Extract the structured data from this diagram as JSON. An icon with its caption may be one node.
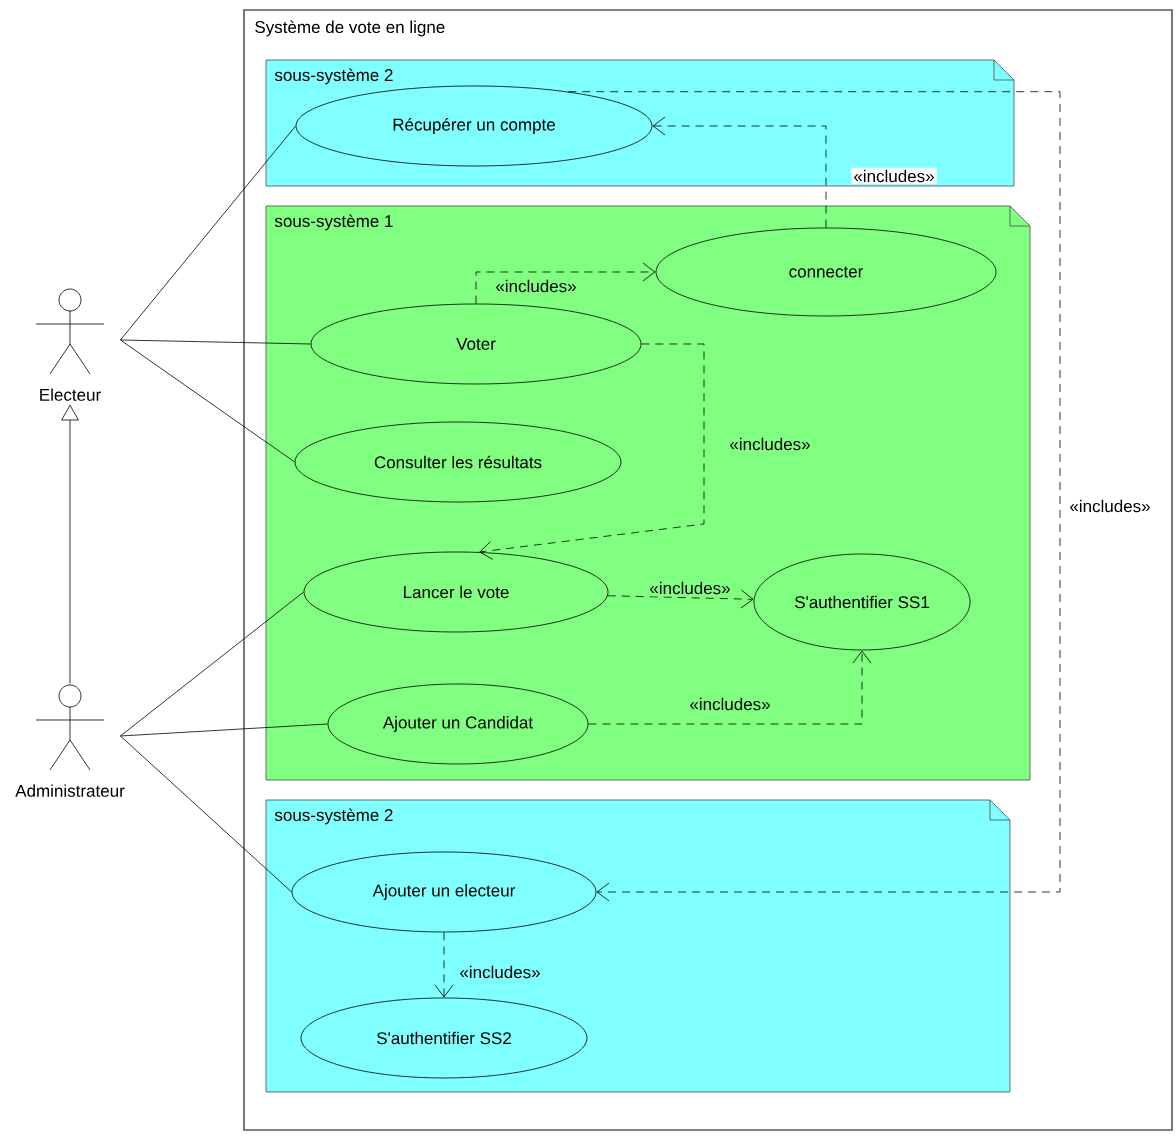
{
  "diagram": {
    "nodes": [
      {
        "text": [
          "Système de vote en ligne"
        ]
      },
      {
        "text": [
          "sous-système 2"
        ],
        "in": 0
      },
      {
        "text": [
          "Récupérer un compte"
        ],
        "in": 1
      },
      {
        "text": [
          "sous-système 1"
        ],
        "in": 0
      },
      {
        "text": [
          "connecter"
        ],
        "in": 3
      },
      {
        "text": [
          "Voter"
        ],
        "in": 3
      },
      {
        "text": [
          "Consulter les résultats"
        ],
        "in": 3
      },
      {
        "text": [
          "Lancer le vote"
        ],
        "in": 3
      },
      {
        "text": [
          "S'authentifier SS1"
        ],
        "in": 3
      },
      {
        "text": [
          "Ajouter un Candidat"
        ],
        "in": 3
      },
      {
        "text": [
          "sous-système 2"
        ],
        "in": 0
      },
      {
        "text": [
          "Ajouter un electeur"
        ],
        "in": 10
      },
      {
        "text": [
          "S'authentifier SS2"
        ],
        "in": 10
      },
      {
        "text": [
          "Electeur"
        ]
      },
      {
        "text": [
          "Administrateur"
        ]
      }
    ],
    "edges": [
      {
        "from": 13,
        "to": 2,
        "arrow": "none"
      },
      {
        "from": 13,
        "to": 5,
        "arrow": "none"
      },
      {
        "from": 13,
        "to": 6,
        "arrow": "none"
      },
      {
        "from": 14,
        "to": 13,
        "arrow": "to"
      },
      {
        "from": 14,
        "to": 7,
        "arrow": "none"
      },
      {
        "from": 14,
        "to": 9,
        "arrow": "none"
      },
      {
        "from": 14,
        "to": 11,
        "arrow": "none"
      },
      {
        "from": 4,
        "to": 2,
        "arrow": "to",
        "style": "dashed",
        "label": "«includes»"
      },
      {
        "from": 5,
        "to": 4,
        "arrow": "to",
        "style": "dashed",
        "label": "«includes»"
      },
      {
        "from": 5,
        "to": 7,
        "arrow": "to",
        "style": "dashed",
        "label": "«includes»"
      },
      {
        "from": 7,
        "to": 8,
        "arrow": "to",
        "style": "dashed",
        "label": "«includes»"
      },
      {
        "from": 9,
        "to": 8,
        "arrow": "to",
        "style": "dashed",
        "label": "«includes»"
      },
      {
        "from": 2,
        "to": 11,
        "arrow": "to",
        "style": "dashed",
        "label": "«includes»"
      },
      {
        "from": 11,
        "to": 12,
        "arrow": "to",
        "style": "dashed",
        "label": "«includes»"
      }
    ]
  }
}
